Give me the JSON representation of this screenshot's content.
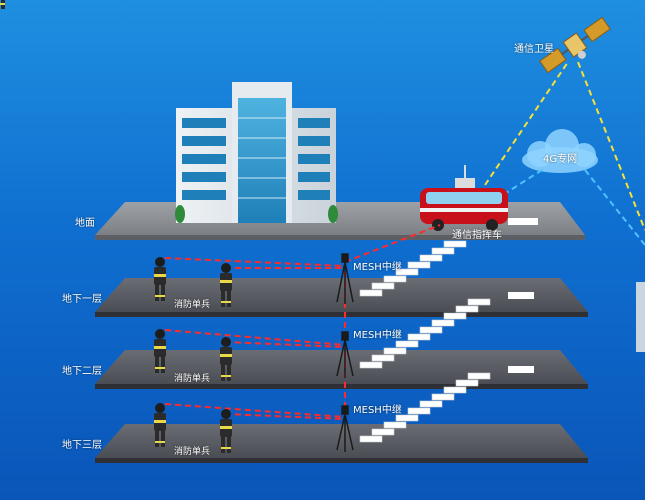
{
  "labels": {
    "satellite": "通信卫星",
    "cloud_4g": "4G专网",
    "ground": "地面",
    "vehicle": "通信指挥车",
    "floor_b1": "地下一层",
    "floor_b2": "地下二层",
    "floor_b3": "地下三层",
    "relay": "MESH中继",
    "firefighter": "消防单兵"
  },
  "colors": {
    "background_top": "#1f8fe0",
    "background_bottom": "#0a55b8",
    "platform_ground": "#8a8d93",
    "platform_floor": "#5a5d63",
    "link_mesh": "#ff2a2a",
    "link_satellite": "#f5e03a",
    "link_4g": "#4fc3ff",
    "cloud": "#8fd3ff"
  },
  "icons": {
    "satellite": "satellite-icon",
    "cloud": "cloud-icon",
    "building": "building-icon",
    "vehicle": "command-vehicle-icon",
    "relay": "mesh-relay-tripod-icon",
    "firefighter": "firefighter-icon",
    "stairs": "stairs-icon"
  }
}
